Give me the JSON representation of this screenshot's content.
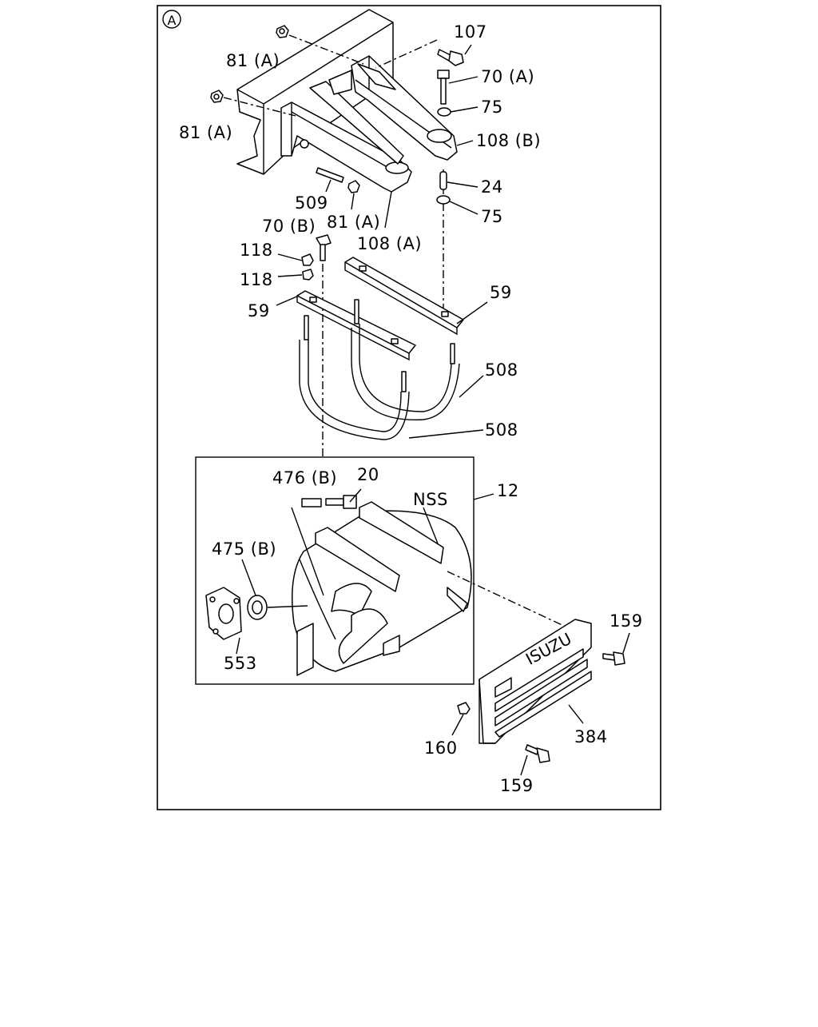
{
  "view_marker": "A",
  "labels": {
    "l81a_top": "81 (A)",
    "l81a_left": "81 (A)",
    "l107": "107",
    "l70a": "70 (A)",
    "l75_top": "75",
    "l108b": "108 (B)",
    "l24": "24",
    "l75_bot": "75",
    "l509": "509",
    "l81a_mid": "81 (A)",
    "l70b": "70 (B)",
    "l108a": "108 (A)",
    "l118_a": "118",
    "l118_b": "118",
    "l59_right": "59",
    "l59_left": "59",
    "l508_a": "508",
    "l508_b": "508",
    "l476b": "476 (B)",
    "l20": "20",
    "l12": "12",
    "lNSS": "NSS",
    "l475b": "475 (B)",
    "l553": "553",
    "l159_right": "159",
    "l384": "384",
    "l160": "160",
    "l159_bottom": "159",
    "brand": "ISUZU"
  }
}
